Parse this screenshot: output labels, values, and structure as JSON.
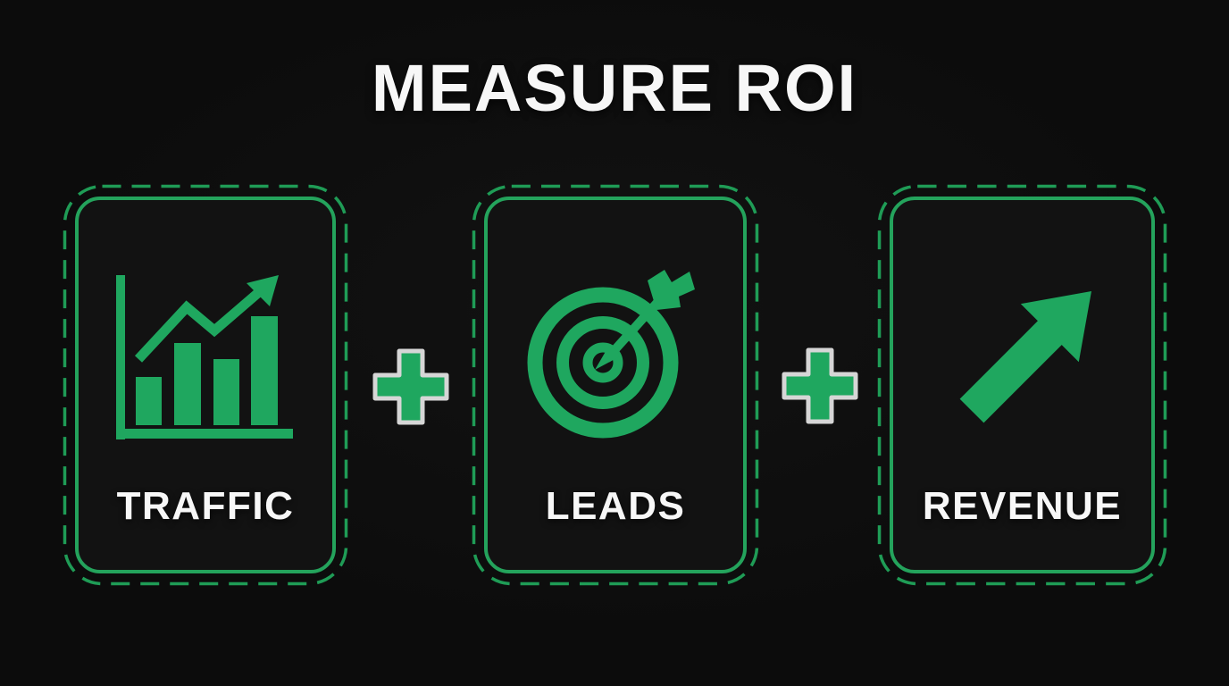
{
  "title": "MEASURE ROI",
  "cards": [
    {
      "label": "TRAFFIC",
      "icon": "bar-chart-growth-icon"
    },
    {
      "label": "LEADS",
      "icon": "target-arrow-icon"
    },
    {
      "label": "REVENUE",
      "icon": "growth-arrow-icon"
    }
  ],
  "separators": [
    {
      "symbol": "+"
    },
    {
      "symbol": "+"
    }
  ],
  "colors": {
    "background": "#0c0c0c",
    "card_background": "#121212",
    "accent_green": "#1fa75f",
    "border_green": "#24a35c",
    "dash_green": "#1f9c56",
    "plus_outline": "#d6d6d6",
    "text": "#f7f7f7"
  }
}
